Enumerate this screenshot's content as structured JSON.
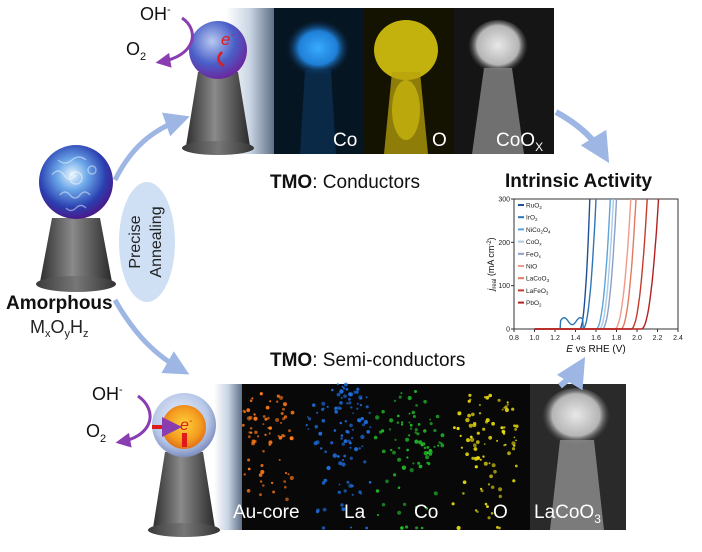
{
  "left": {
    "title": "Amorphous",
    "formula_base": [
      "M",
      "O",
      "H"
    ],
    "formula_sub": [
      "x",
      "y",
      "z"
    ],
    "annealing": [
      "Precise",
      "Annealing"
    ]
  },
  "top": {
    "oh_base": "OH",
    "oh_sup": "-",
    "o2_base": "O",
    "o2_sub": "2",
    "electron": "e",
    "electron_sup": "-",
    "maps": [
      "Co",
      "O"
    ],
    "map3_base": "CoO",
    "map3_sub": "X",
    "caption_bold": "TMO",
    "caption_rest": ": Conductors"
  },
  "bottom": {
    "oh_base": "OH",
    "oh_sup": "-",
    "o2_base": "O",
    "o2_sub": "2",
    "electron": "e",
    "electron_sup": "-",
    "maps": [
      "Au-core",
      "La",
      "Co",
      "O"
    ],
    "map5_base": "LaCoO",
    "map5_sub": "3",
    "caption_bold": "TMO",
    "caption_rest": ": Semi-conductors"
  },
  "chart_title": "Intrinsic Activity",
  "chart_data": {
    "type": "line",
    "title": "Intrinsic Activity",
    "xlabel": "E vs RHE (V)",
    "ylabel": "j_real (mA cm⁻²)",
    "xlim": [
      0.8,
      2.4
    ],
    "ylim": [
      0,
      300
    ],
    "xticks": [
      "0.8",
      "1.0",
      "1.2",
      "1.4",
      "1.6",
      "1.8",
      "2.0",
      "2.2",
      "2.4"
    ],
    "yticks": [
      "0",
      "100",
      "200",
      "300"
    ],
    "legend_placement": "top-left",
    "series": [
      {
        "name": "RuO2",
        "color": "#1f4e96",
        "onset": 1.44,
        "reach300": 1.54
      },
      {
        "name": "IrO2",
        "color": "#2e75b6",
        "onset": 1.47,
        "reach300": 1.6
      },
      {
        "name": "NiCo2O4",
        "color": "#5fa3d9",
        "onset": 1.6,
        "reach300": 1.74
      },
      {
        "name": "CoOx",
        "color": "#a9cbe8",
        "onset": 1.63,
        "reach300": 1.77
      },
      {
        "name": "FeOx",
        "color": "#8aa0c8",
        "onset": 1.66,
        "reach300": 1.8
      },
      {
        "name": "NiO",
        "color": "#ef9b8a",
        "onset": 1.78,
        "reach300": 1.94
      },
      {
        "name": "LaCoO3",
        "color": "#e3795f",
        "onset": 1.84,
        "reach300": 1.99
      },
      {
        "name": "LaFeO3",
        "color": "#c33b2c",
        "onset": 1.94,
        "reach300": 2.1
      },
      {
        "name": "PbO2",
        "color": "#b32020",
        "onset": 2.04,
        "reach300": 2.21
      }
    ]
  },
  "chart_legend_labels": [
    {
      "base": "RuO",
      "sub": "2",
      "tail": ""
    },
    {
      "base": "IrO",
      "sub": "2",
      "tail": ""
    },
    {
      "base": "NiCo",
      "sub": "2",
      "tail": "O",
      "sub2": "4"
    },
    {
      "base": "CoO",
      "sub": "x",
      "tail": ""
    },
    {
      "base": "FeO",
      "sub": "x",
      "tail": ""
    },
    {
      "base": "NiO",
      "sub": "",
      "tail": ""
    },
    {
      "base": "LaCoO",
      "sub": "3",
      "tail": ""
    },
    {
      "base": "LaFeO",
      "sub": "3",
      "tail": ""
    },
    {
      "base": "PbO",
      "sub": "2",
      "tail": ""
    }
  ],
  "colors": {
    "arrow": "#9db6e3",
    "ellipse": "#cfe0f5",
    "cone": "#555555",
    "electron_red": "#e01a1a"
  }
}
